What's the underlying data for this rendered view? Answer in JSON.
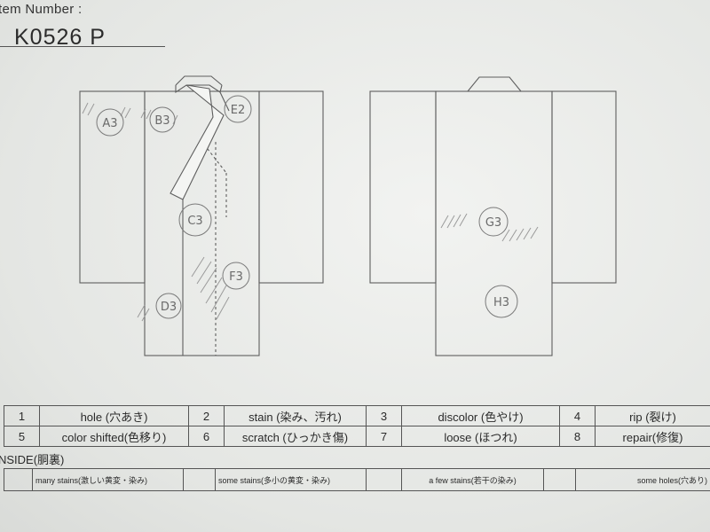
{
  "header": {
    "item_label": "tem Number :",
    "item_number": "K0526   P"
  },
  "front_marks": [
    "A3",
    "B3",
    "E2",
    "C3",
    "F3",
    "D3"
  ],
  "back_marks": [
    "G3",
    "H3"
  ],
  "legend": {
    "rows": [
      [
        {
          "num": "1",
          "label": "hole (穴あき)"
        },
        {
          "num": "2",
          "label": "stain (染み、汚れ)"
        },
        {
          "num": "3",
          "label": "discolor (色やけ)"
        },
        {
          "num": "4",
          "label": "rip (裂け)"
        }
      ],
      [
        {
          "num": "5",
          "label": "color shifted(色移り)"
        },
        {
          "num": "6",
          "label": "scratch (ひっかき傷)"
        },
        {
          "num": "7",
          "label": "loose (ほつれ)"
        },
        {
          "num": "8",
          "label": "repair(修復)"
        }
      ]
    ]
  },
  "inside": {
    "title": "NSIDE(胴裏)",
    "cells": [
      "",
      "many stains(激しい黄変・染み)",
      "",
      "some stains(多小の黄変・染み)",
      "",
      "a few stains(若干の染み)",
      "",
      "some holes(穴あり)"
    ]
  },
  "colors": {
    "line": "#5a5a5a",
    "pencil": "#8a8a8a",
    "paper": "#eceeeb"
  }
}
